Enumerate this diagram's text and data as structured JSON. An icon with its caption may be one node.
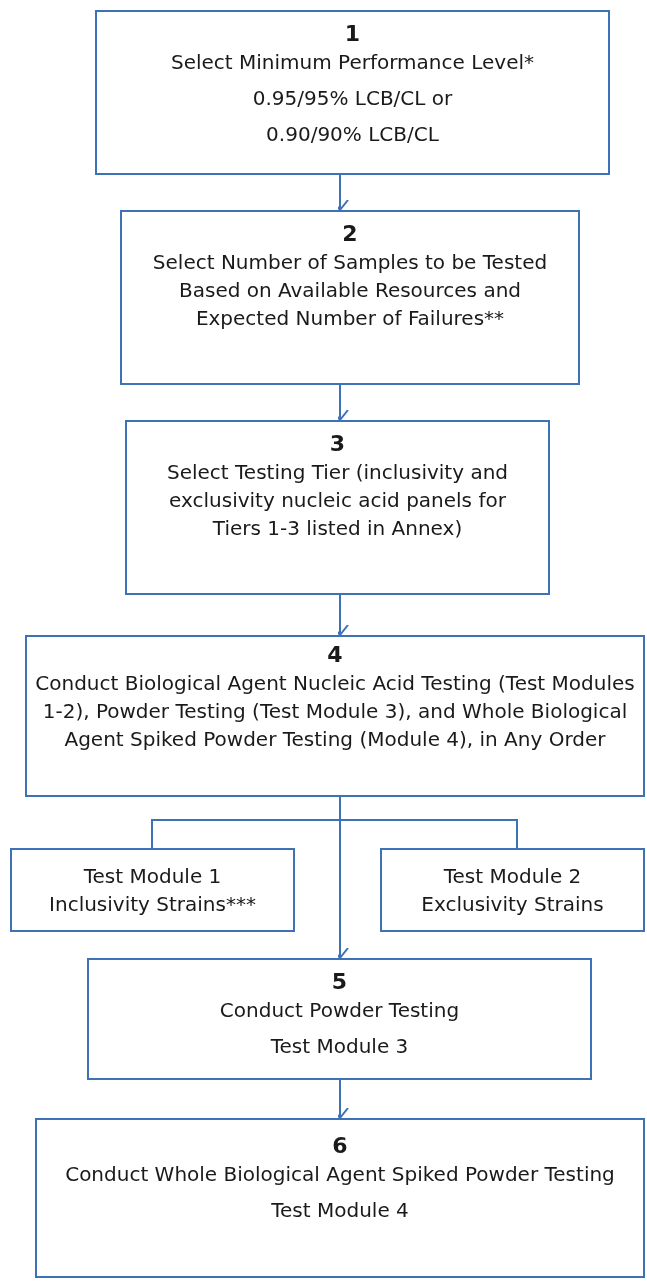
{
  "diagram": {
    "nodes": [
      {
        "text": [
          "1",
          "Select Minimum Performance Level*",
          "0.95/95% LCB/CL or",
          "0.90/90% LCB/CL"
        ]
      },
      {
        "text": [
          "2",
          "Select Number of Samples to be Tested Based on Available Resources and Expected Number of Failures**"
        ]
      },
      {
        "text": [
          "3",
          "Select Testing Tier (inclusivity and exclusivity nucleic acid panels for Tiers 1-3 listed in Annex)"
        ]
      },
      {
        "text": [
          "4",
          "Conduct Biological Agent Nucleic Acid Testing (Test Modules 1-2), Powder Testing (Test Module 3), and Whole Biological Agent Spiked Powder Testing (Module 4), in Any Order"
        ]
      },
      {
        "text": [
          "Test Module 1",
          "Inclusivity Strains***"
        ]
      },
      {
        "text": [
          "Test Module 2",
          "Exclusivity Strains"
        ]
      },
      {
        "text": [
          "5",
          "Conduct Powder Testing",
          "Test Module 3"
        ]
      },
      {
        "text": [
          "6",
          "Conduct Whole Biological Agent Spiked Powder Testing",
          "Test Module 4"
        ]
      }
    ],
    "edges": [
      {
        "from": 0,
        "to": 1,
        "arrow": "to"
      },
      {
        "from": 1,
        "to": 2,
        "arrow": "to"
      },
      {
        "from": 2,
        "to": 3,
        "arrow": "to"
      },
      {
        "from": 3,
        "to": 4,
        "arrow": "none"
      },
      {
        "from": 3,
        "to": 5,
        "arrow": "none"
      },
      {
        "from": 3,
        "to": 6,
        "arrow": "to"
      },
      {
        "from": 6,
        "to": 7,
        "arrow": "to"
      }
    ]
  }
}
